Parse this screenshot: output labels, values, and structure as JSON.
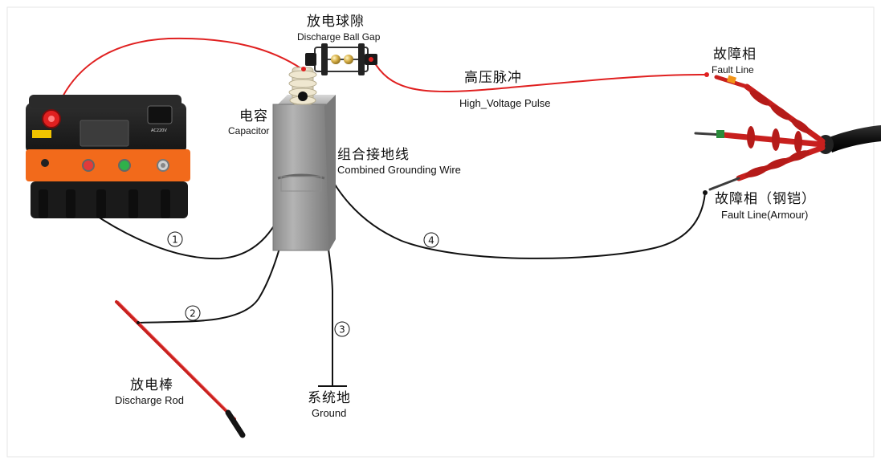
{
  "labels": {
    "ball_gap": {
      "cn": "放电球隙",
      "en": "Discharge Ball Gap"
    },
    "hv_pulse": {
      "cn": "高压脉冲",
      "en": "High_Voltage Pulse"
    },
    "capacitor": {
      "cn": "电容",
      "en": "Capacitor"
    },
    "grounding_wire": {
      "cn": "组合接地线",
      "en": "Combined Grounding Wire"
    },
    "fault_line": {
      "cn": "故障相",
      "en": "Fault Line"
    },
    "fault_line_armour": {
      "cn": "故障相（钢铠）",
      "en": "Fault Line(Armour)"
    },
    "discharge_rod": {
      "cn": "放电棒",
      "en": "Discharge Rod"
    },
    "ground": {
      "cn": "系统地",
      "en": "Ground"
    }
  },
  "wire_numbers": [
    "①",
    "②",
    "③",
    "④"
  ],
  "device_panel": {
    "voltage_label": "AC220V"
  },
  "colors": {
    "hv_wire": "#e02020",
    "ground_wire": "#111111",
    "device_orange": "#f26a1b",
    "device_body": "#1e1e1e",
    "capacitor_body": "#9a9a9a",
    "insulator": "#f3ecd8",
    "rod_red": "#c8201e"
  }
}
